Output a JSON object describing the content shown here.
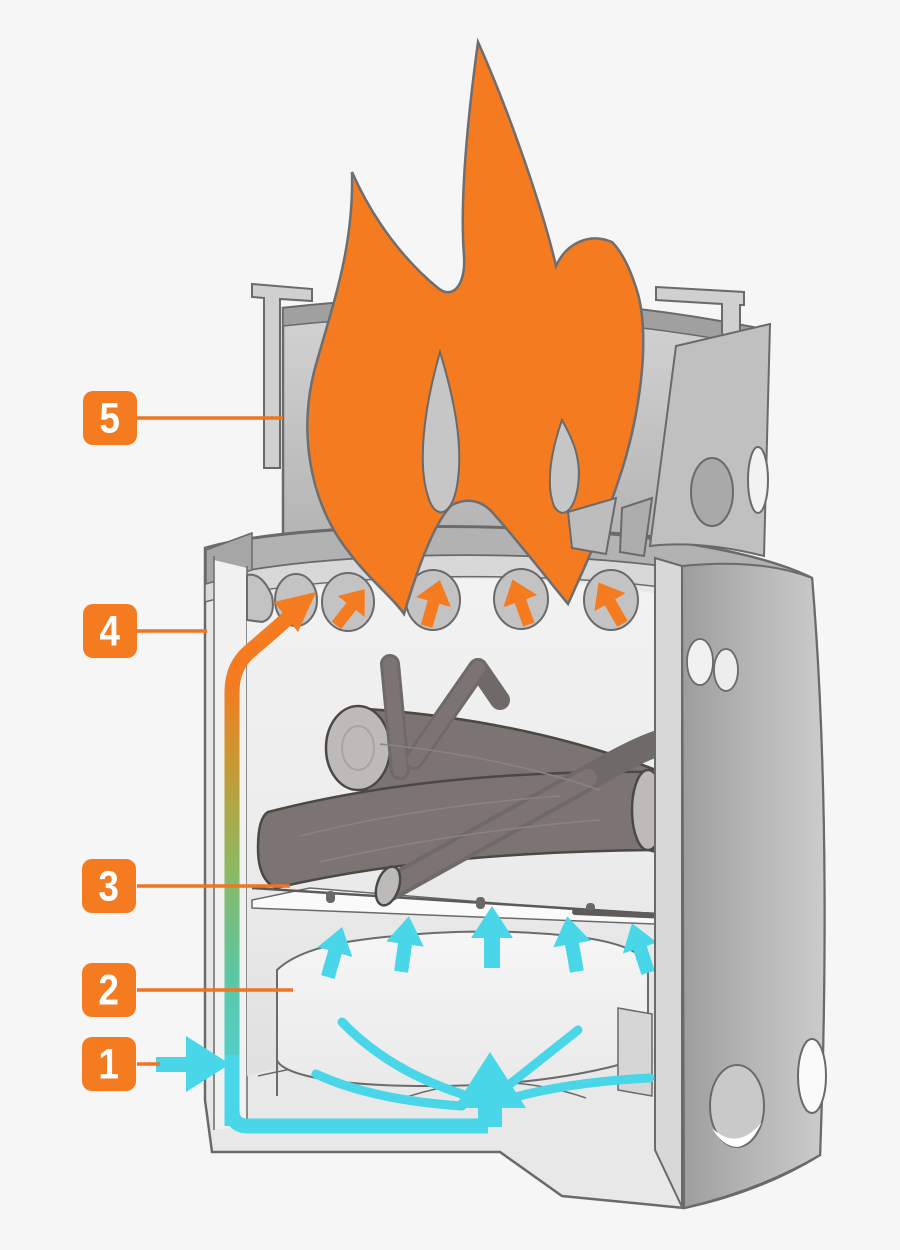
{
  "callouts": [
    {
      "number": "5"
    },
    {
      "number": "4"
    },
    {
      "number": "3"
    },
    {
      "number": "2"
    },
    {
      "number": "1"
    }
  ],
  "colors": {
    "accent_orange": "#F47B20",
    "flow_cyan": "#49D6E8",
    "background": "#F6F6F6",
    "metal_light": "#E8E8E8",
    "metal_mid": "#C4C4C4",
    "metal_dark": "#A6A6A6",
    "log_gray": "#7B7472",
    "outline_gray": "#6A6A6A",
    "label_text": "#FFFFFF"
  }
}
